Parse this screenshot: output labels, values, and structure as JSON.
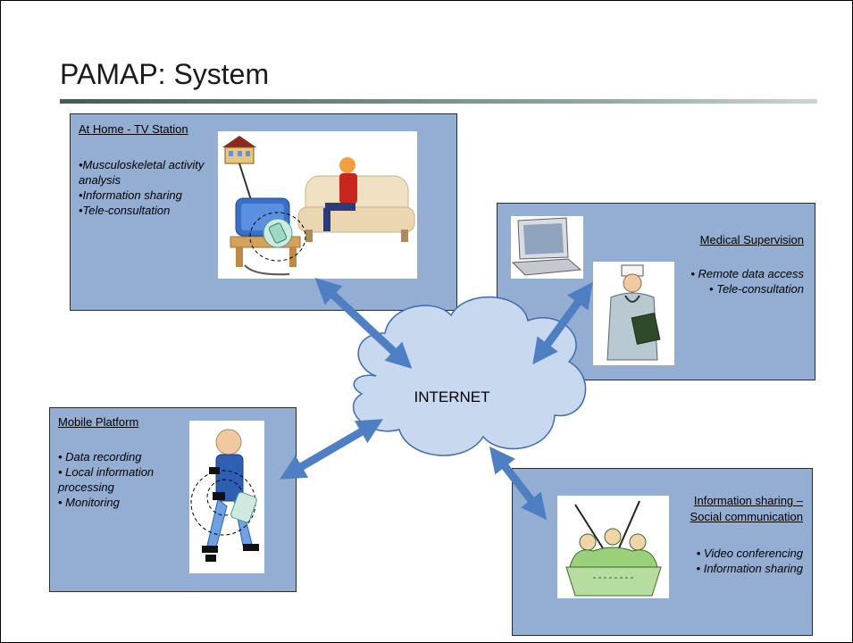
{
  "slide": {
    "title": "PAMAP: System"
  },
  "cloud": {
    "label": "INTERNET"
  },
  "home": {
    "title": "At Home - TV Station",
    "items": [
      "•Musculoskeletal activity analysis",
      "•Information sharing",
      "•Tele-consultation"
    ]
  },
  "medical": {
    "title": "Medical Supervision",
    "items": [
      "• Remote data access",
      "• Tele-consultation"
    ]
  },
  "mobile": {
    "title": "Mobile Platform",
    "items": [
      "• Data recording",
      "• Local information processing",
      "• Monitoring"
    ]
  },
  "social": {
    "title_line1": "Information sharing –",
    "title_line2": "Social communication",
    "items": [
      "• Video conferencing",
      "• Information sharing"
    ]
  },
  "colors": {
    "box_fill": "#94add3",
    "cloud_fill": "#c7d8ef",
    "arrow": "#4f7fc3",
    "title_rule": "#3f5f52"
  },
  "icons": [
    "house-icon",
    "tv-icon",
    "sofa-person-icon",
    "laptop-icon",
    "doctor-icon",
    "walking-person-icon",
    "sensor-device-icon",
    "video-conference-icon",
    "cloud-icon"
  ]
}
